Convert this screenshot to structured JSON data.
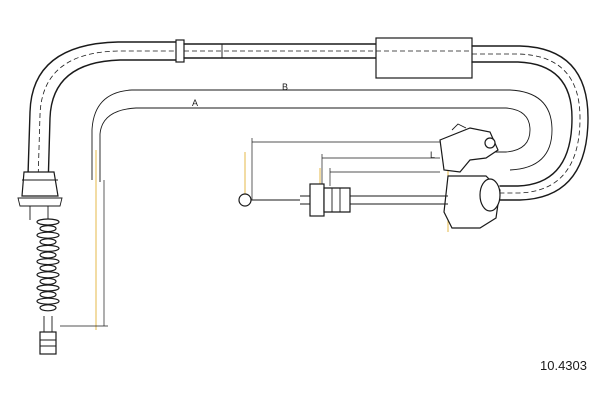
{
  "diagram": {
    "part_number": "10.4303",
    "dimension_labels": {
      "a": "A",
      "b": "B",
      "l": "L"
    },
    "colors": {
      "line": "#1a1a1a",
      "highlight": "#e6b84a",
      "background": "#ffffff"
    }
  }
}
